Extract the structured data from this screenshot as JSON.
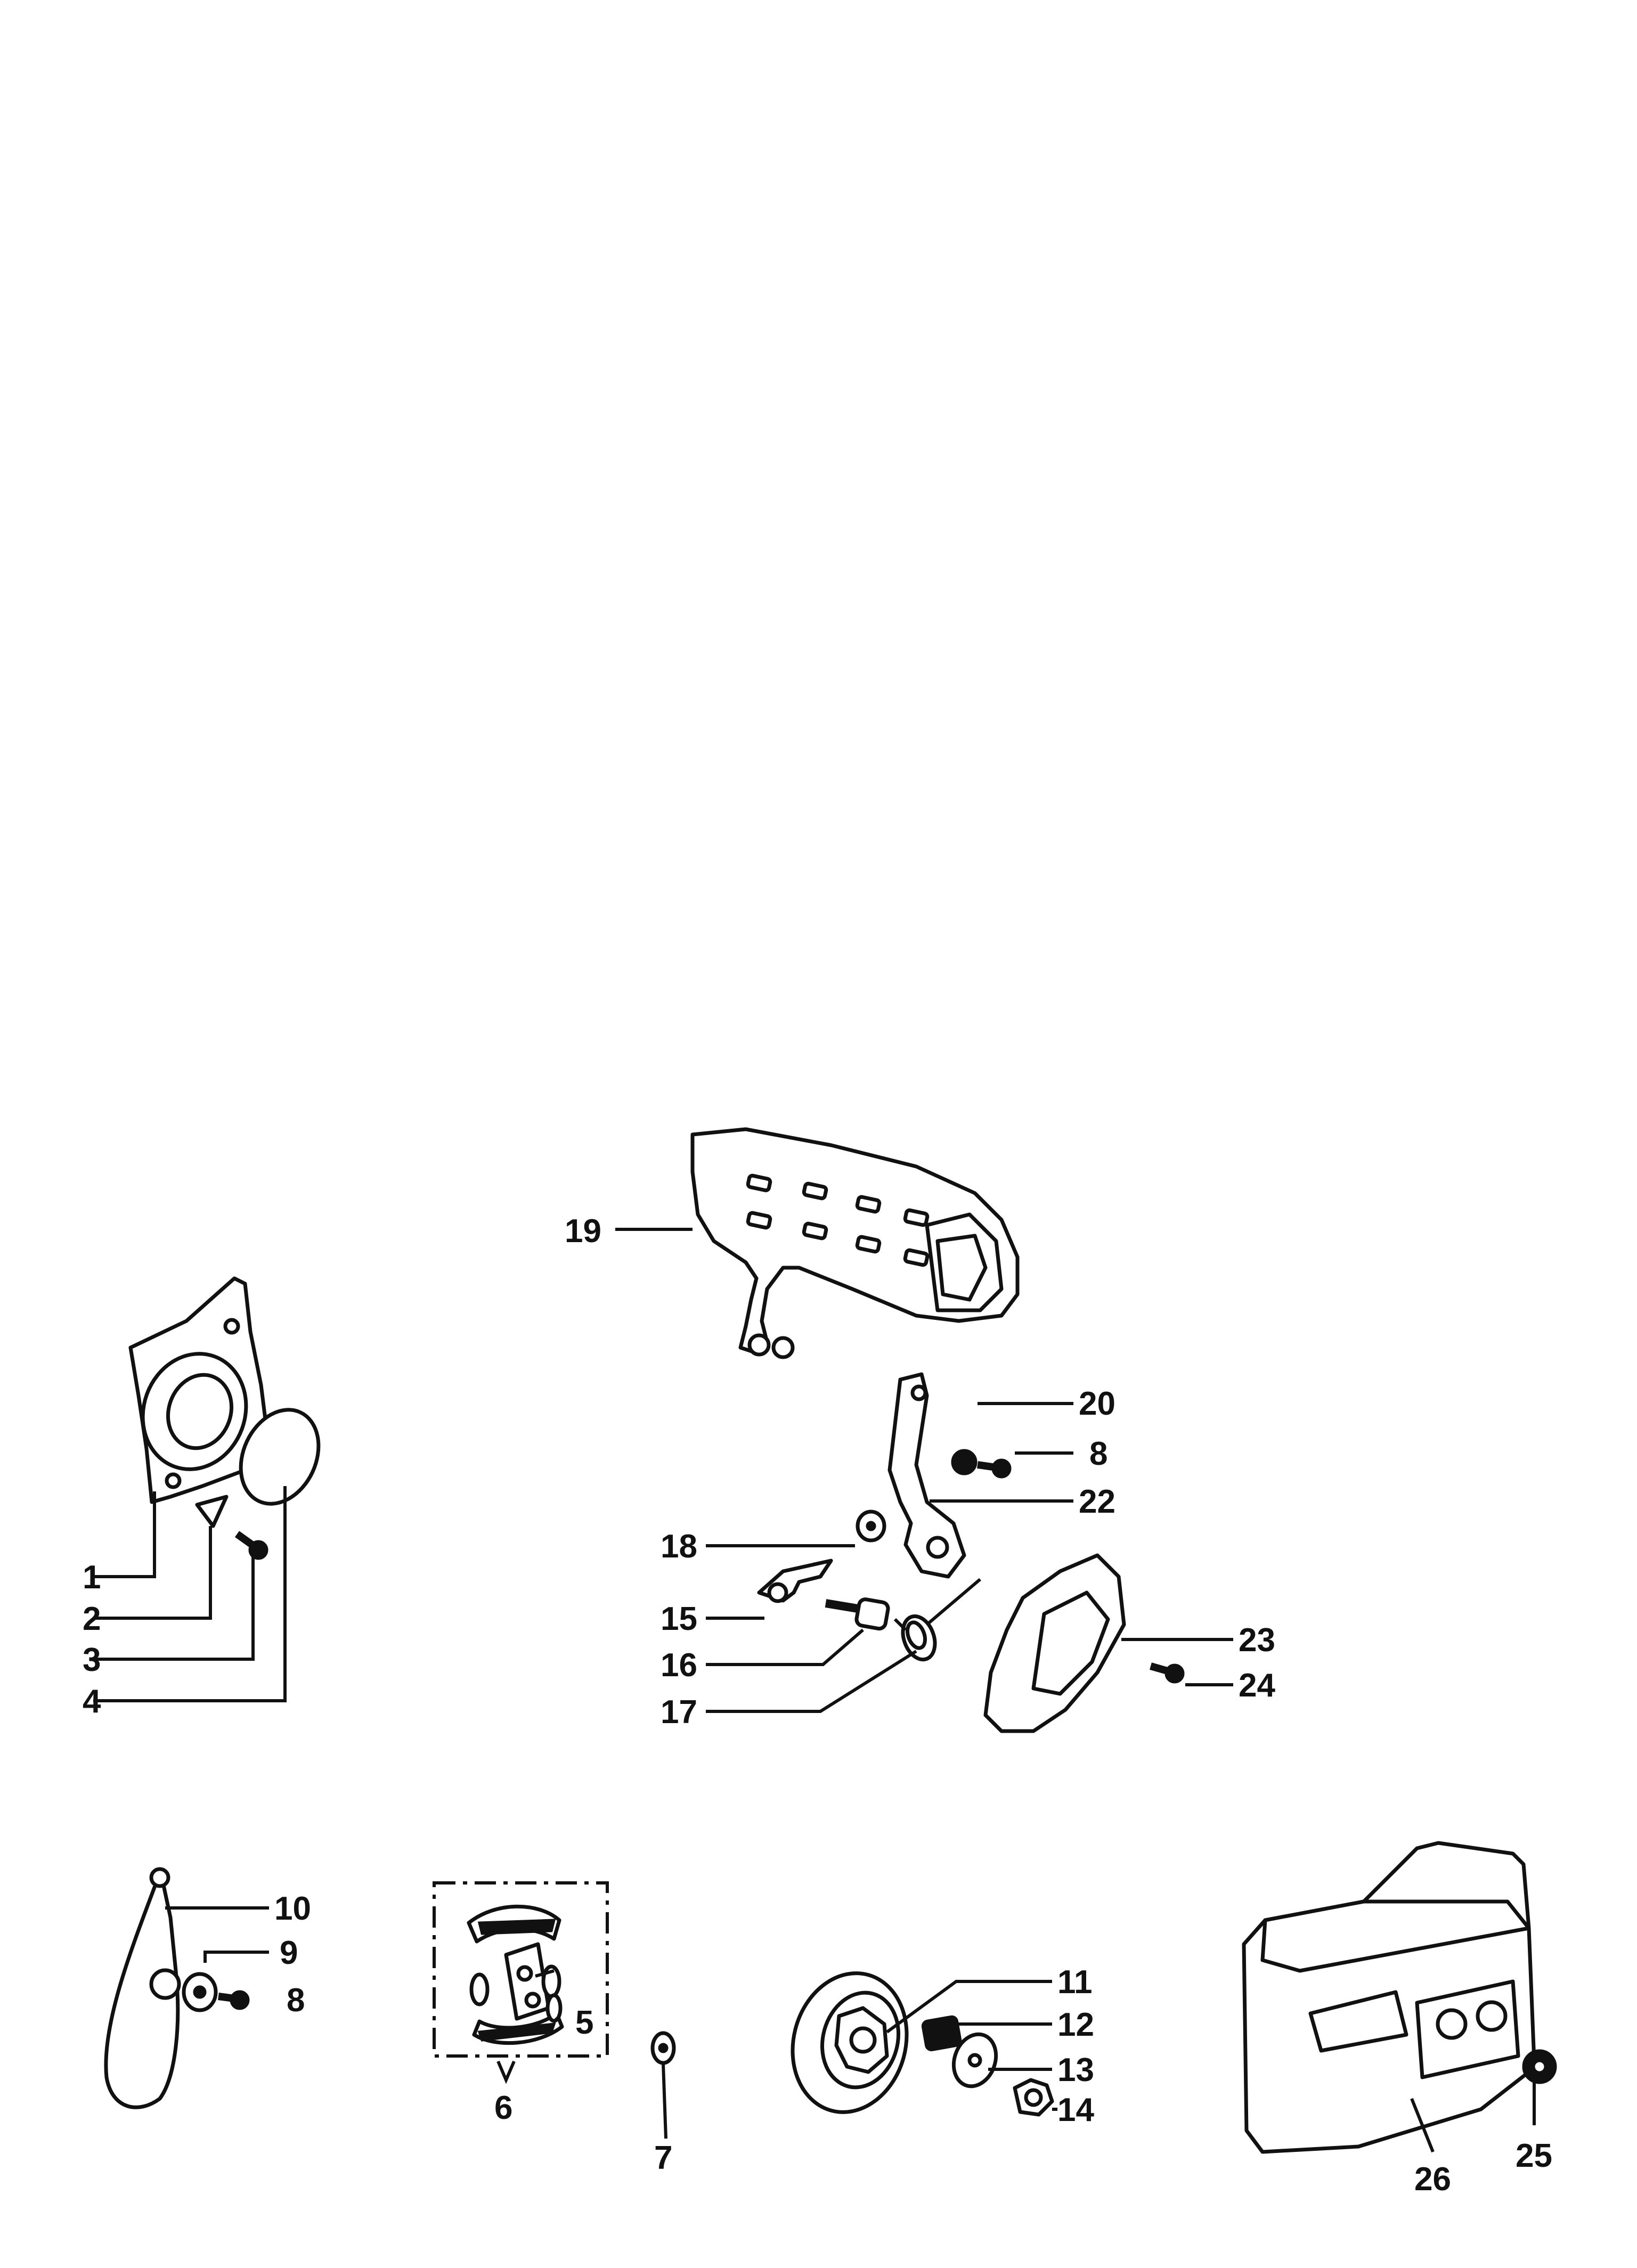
{
  "labels": {
    "p1": "1",
    "p2": "2",
    "p3": "3",
    "p4": "4",
    "p5": "5",
    "p6": "6",
    "p7": "7",
    "p8a": "8",
    "p8b": "8",
    "p9": "9",
    "p10": "10",
    "p11": "11",
    "p12": "12",
    "p13": "13",
    "p14": "14",
    "p15": "15",
    "p16": "16",
    "p17": "17",
    "p18": "18",
    "p19": "19",
    "p20": "20",
    "p22": "22",
    "p23": "23",
    "p24": "24",
    "p25": "25",
    "p26": "26"
  }
}
